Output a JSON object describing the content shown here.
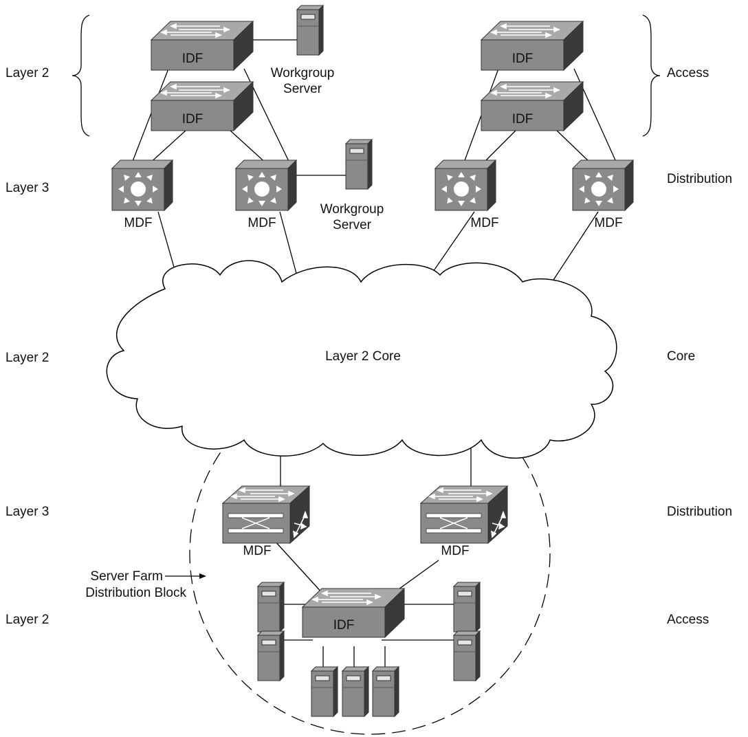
{
  "layers": {
    "left": [
      "Layer 2",
      "Layer 3",
      "Layer 2",
      "Layer 3",
      "Layer 2"
    ],
    "right": [
      "Access",
      "Distribution",
      "Core",
      "Distribution",
      "Access"
    ]
  },
  "labels": {
    "idf": "IDF",
    "mdf": "MDF",
    "workgroup": "Workgroup",
    "server": "Server",
    "core": "Layer 2 Core",
    "server_farm_line1": "Server Farm",
    "server_farm_line2": "Distribution Block"
  },
  "icons": {
    "access_switch": "workgroup-switch-icon",
    "distribution_switch": "layer3-switch-icon",
    "server_farm_switch": "multilayer-switch-icon",
    "server": "server-tower-icon",
    "cloud": "cloud-icon"
  },
  "colors": {
    "device_face": "#8c8c8c",
    "device_top": "#a8a8a8",
    "device_side": "#3c3c3c",
    "line": "#000000"
  }
}
